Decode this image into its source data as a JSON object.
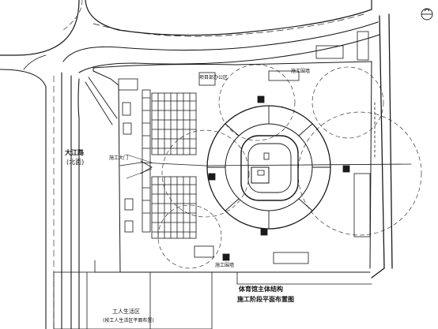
{
  "drawing": {
    "title_line1": "体育馆主体结构",
    "title_line2": "施工阶段平面布置图"
  },
  "labels": {
    "road_name": "大江路",
    "road_direction": "(北面)",
    "worker_area": "工人生活区",
    "worker_area_note": "(按工人生活区平面布置)",
    "fence_label_top": "施工围墙",
    "fence_label_bottom": "施工围墙",
    "gate_label": "施工大门",
    "office_label": "项目部办公区"
  },
  "colors": {
    "ink": "#1a1a1a",
    "paper": "#ffffff"
  },
  "icons": {
    "north_arrow": "north-arrow-icon"
  }
}
